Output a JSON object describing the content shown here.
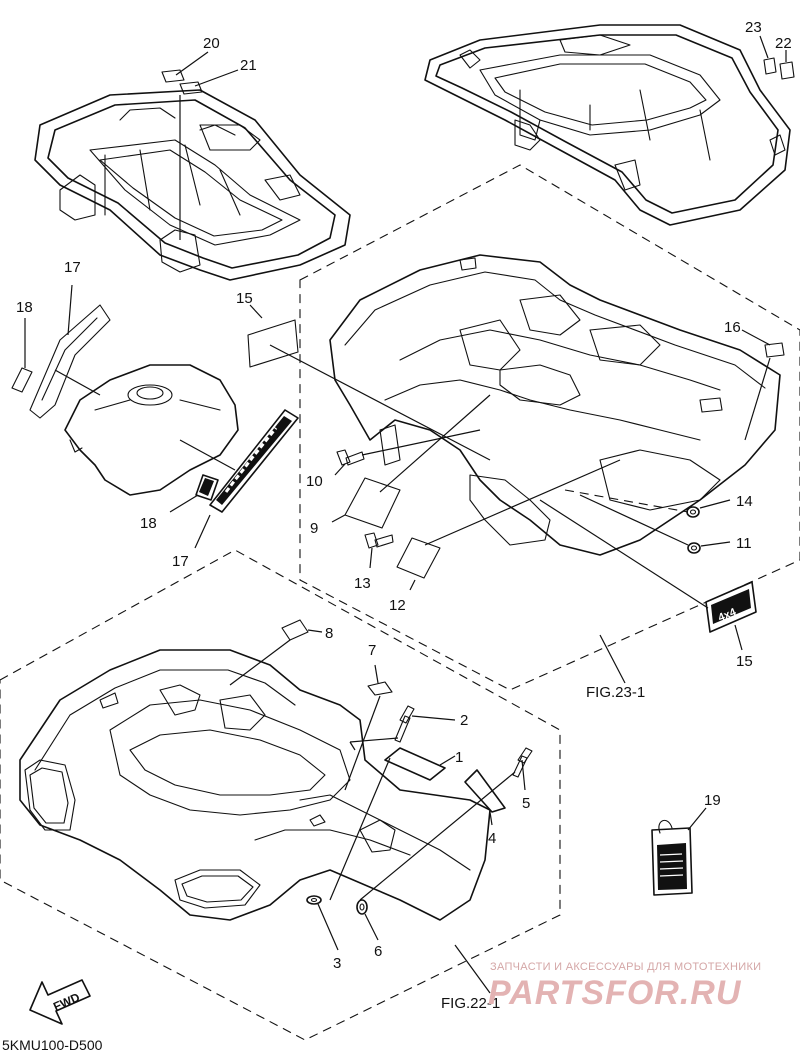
{
  "callouts": {
    "n20": "20",
    "n21": "21",
    "n23": "23",
    "n22": "22",
    "n17a": "17",
    "n18a": "18",
    "n15a": "15",
    "n16": "16",
    "n10": "10",
    "n9": "9",
    "n14": "14",
    "n11": "11",
    "n18b": "18",
    "n17b": "17",
    "n13": "13",
    "n12": "12",
    "n15b": "15",
    "n8": "8",
    "n7": "7",
    "n2": "2",
    "n1": "1",
    "n5": "5",
    "n4": "4",
    "n19": "19",
    "n3": "3",
    "n6": "6"
  },
  "figure_refs": {
    "fig23": "FIG.23-1",
    "fig22": "FIG.22-1"
  },
  "footer": {
    "diagram_code": "5KMU100-D500",
    "fwd_label": "FWD"
  },
  "decals": {
    "badge_4x4": "4x4"
  },
  "watermark": {
    "line1": "ЗАПЧАСТИ И АКСЕССУАРЫ ДЛЯ МОТОТЕХНИКИ",
    "line2": "PARTSFOR.RU",
    "color": "#d4a6a6"
  }
}
